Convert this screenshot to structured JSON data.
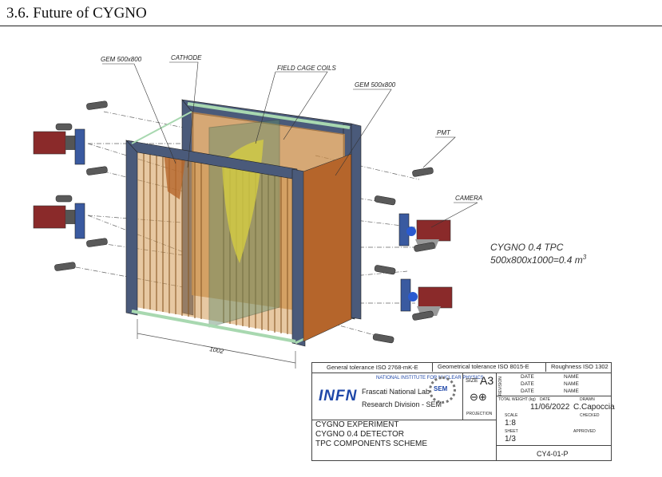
{
  "header": {
    "title": "3.6. Future of CYGNO"
  },
  "drawing": {
    "labels": {
      "gem_left": "GEM 500x800",
      "cathode": "CATHODE",
      "field_cage": "FIELD CAGE COILS",
      "gem_right": "GEM 500x800",
      "pmt": "PMT",
      "camera": "CAMERA",
      "dimension": "1002"
    },
    "caption": {
      "line1": "CYGNO 0.4 TPC",
      "line2": "500x800x1000=0.4 m",
      "sup": "3"
    }
  },
  "title_block": {
    "general_tolerance": "General tolerance ISO 2768-mK-E",
    "geometrical_tolerance": "Geometrical tolerance ISO 8015-E",
    "roughness": "Roughness ISO 1302",
    "logo": "INFN",
    "institute": "NATIONAL INSTITUTE FOR NUCLEAR PHYSICS",
    "lab": "Frascati National Lab",
    "division": "Research Division - SEM",
    "sem": "SEM",
    "size_label": "SIZE",
    "size_value": "A3",
    "projection": "PROJECTION",
    "revision": "REVISION",
    "date_label": "DATE",
    "name_label": "NAME",
    "total_weight": "TOTAL WEIGHT (kg)",
    "date_value": "11/06/2022",
    "drawn_label": "DRAWN",
    "drawn_value": "C.Capoccia",
    "scale_label": "SCALE",
    "scale_value": "1:8",
    "checked_label": "CHECKED",
    "sheet_label": "SHEET",
    "sheet_value": "1/3",
    "approved_label": "APPROVED",
    "desc1": "CYGNO EXPERIMENT",
    "desc2": "CYGNO 0.4 DETECTOR",
    "desc3": "TPC COMPONENTS SCHEME",
    "drawing_number": "CY4-01-P"
  },
  "colors": {
    "frame": "#4a5a7a",
    "copper": "#b5652b",
    "pmt_box": "#8a2a2a",
    "rods": "#a8d8b0"
  }
}
